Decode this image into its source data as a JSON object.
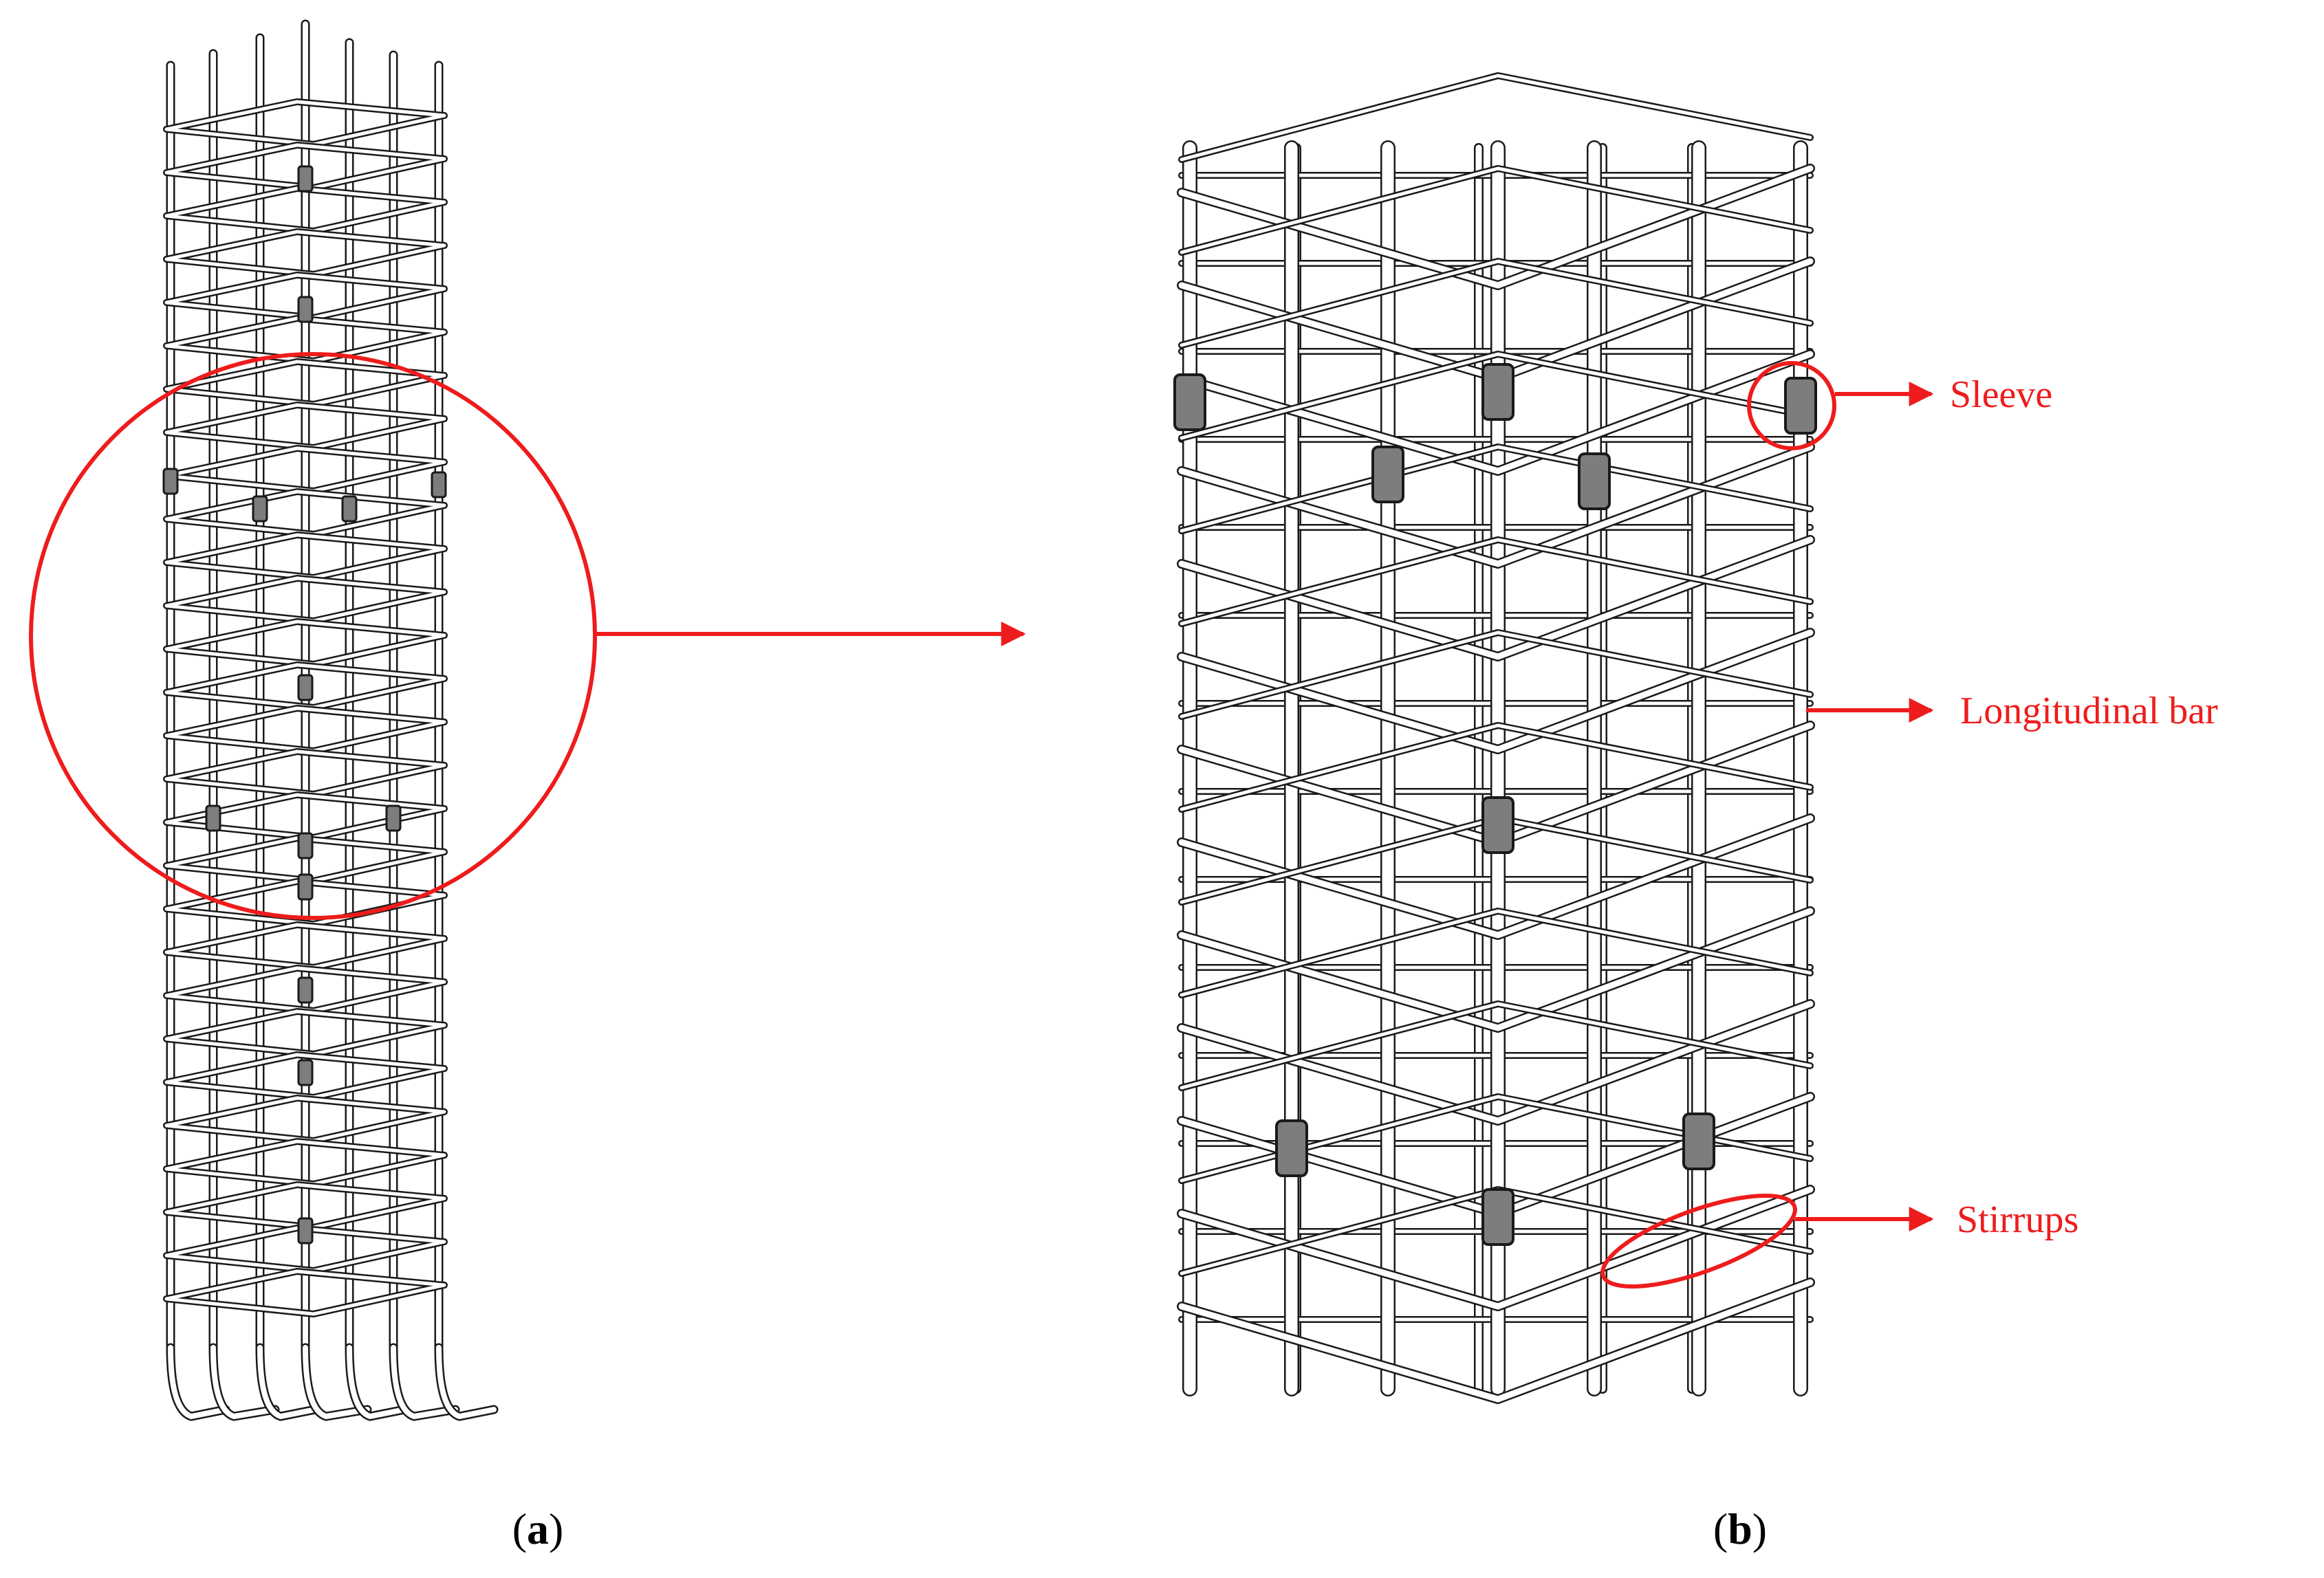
{
  "colors": {
    "annotation": "#ee1c1c",
    "steel_line": "#1a1a1a",
    "steel_fill": "#ffffff",
    "sleeve_fill": "#7d7d7d",
    "background": "#ffffff"
  },
  "panel_a": {
    "caption_open": "(",
    "caption_letter": "a",
    "caption_close": ")"
  },
  "panel_b": {
    "caption_open": "(",
    "caption_letter": "b",
    "caption_close": ")"
  },
  "annotations": {
    "sleeve": "Sleeve",
    "longitudinal_bar": "Longitudinal bar",
    "stirrups": "Stirrups"
  },
  "icons": {
    "zoom_callout": "arrow-right-icon",
    "label_pointer": "arrow-right-icon"
  }
}
